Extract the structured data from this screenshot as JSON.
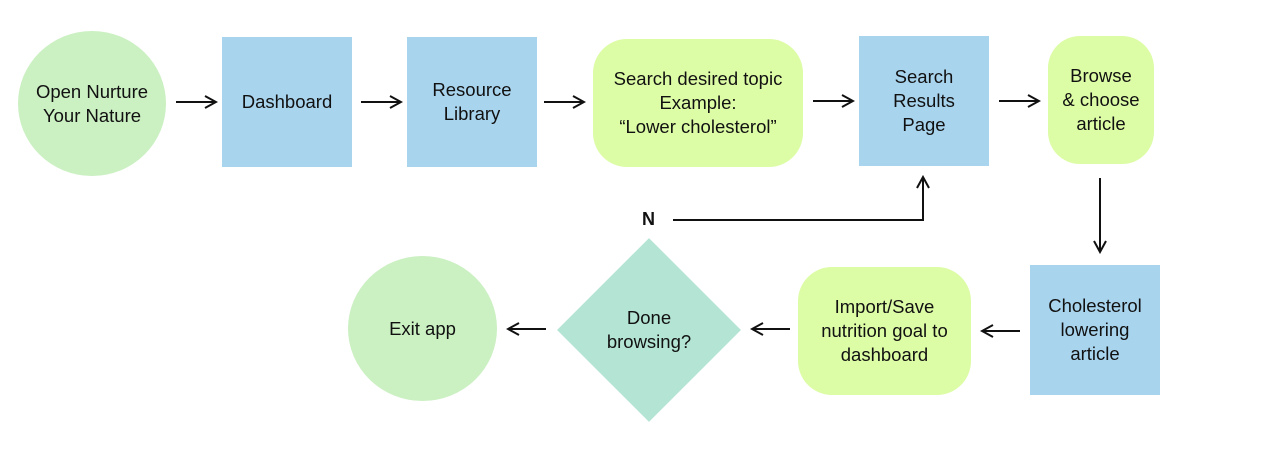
{
  "nodes": {
    "open_app": "Open Nurture\nYour Nature",
    "dashboard": "Dashboard",
    "resource_library": "Resource\nLibrary",
    "search_topic": "Search desired topic\nExample:\n“Lower cholesterol”",
    "search_results": "Search\nResults\nPage",
    "browse_choose": "Browse\n& choose\narticle",
    "cholesterol_article": "Cholesterol\nlowering\narticle",
    "import_save": "Import/Save\nnutrition goal to\ndashboard",
    "done_browsing": "Done\nbrowsing?",
    "exit_app": "Exit app"
  },
  "edge_labels": {
    "no": "N"
  },
  "colors": {
    "circle_fill": "#cbf0c2",
    "rect_fill": "#a9d4ee",
    "rounded_fill": "#ddfca6",
    "diamond_fill": "#b4e4d4",
    "stroke": "#111111"
  }
}
